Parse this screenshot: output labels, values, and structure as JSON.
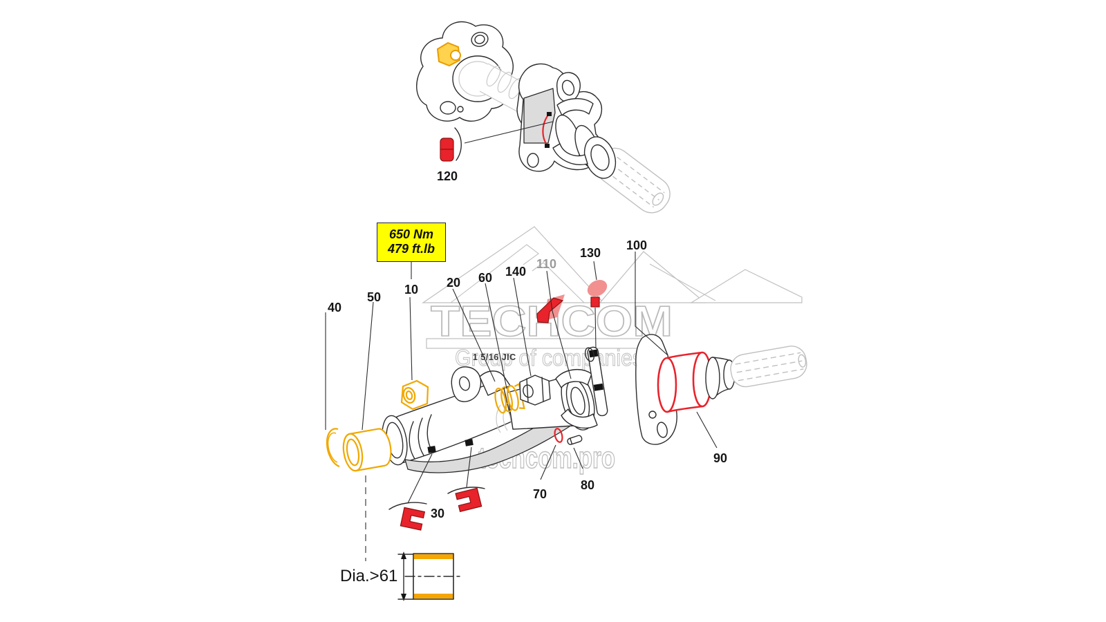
{
  "watermark": {
    "brand": "TECHCOM",
    "subtitle": "Group of companies",
    "domain": "techcom.pro",
    "color": "#b9b9b9"
  },
  "torque_box": {
    "line1": "650 Nm",
    "line2": "479 ft.lb",
    "bg": "#ffff00"
  },
  "notes": {
    "diameter": "Dia.>61",
    "fitting": "1 5/16 JIC"
  },
  "part_labels": [
    {
      "id": "120"
    },
    {
      "id": "40"
    },
    {
      "id": "50"
    },
    {
      "id": "10"
    },
    {
      "id": "20"
    },
    {
      "id": "60"
    },
    {
      "id": "140"
    },
    {
      "id": "110"
    },
    {
      "id": "130"
    },
    {
      "id": "100"
    },
    {
      "id": "90"
    },
    {
      "id": "80"
    },
    {
      "id": "70"
    },
    {
      "id": "30"
    }
  ],
  "colors": {
    "highlight_red": "#e8232b",
    "highlight_pink": "#f29090",
    "highlight_yellow": "#f0a800",
    "highlight_orange": "#f5a600",
    "muted_label": "#9a9a9a",
    "watermark_gray": "#b9b9b9",
    "line_black": "#2b2b2b",
    "ghost_gray": "#bfbfbf"
  }
}
